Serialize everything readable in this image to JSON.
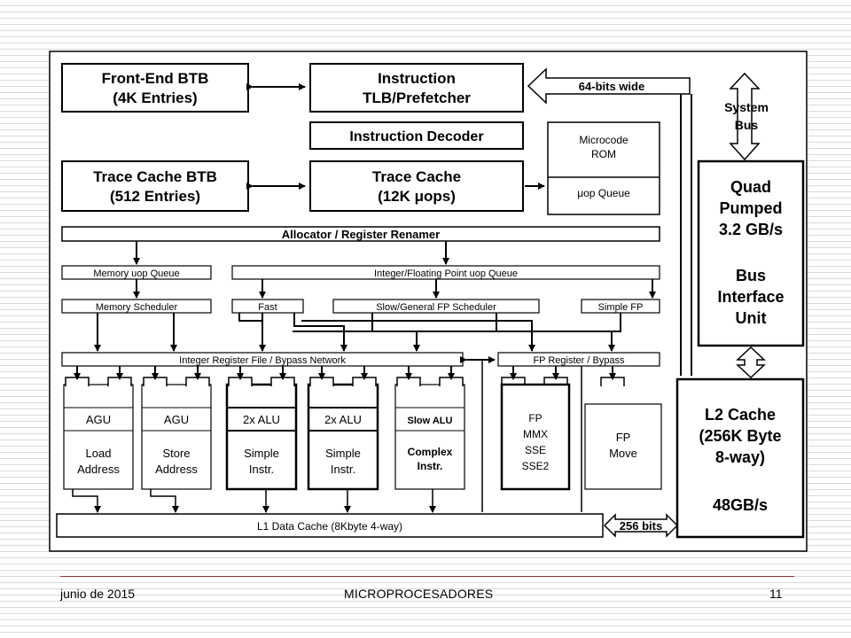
{
  "footer": {
    "date": "junio de 2015",
    "title": "MICROPROCESADORES",
    "page": "11"
  },
  "diagram": {
    "front_end_btb": [
      "Front-End BTB",
      "(4K Entries)"
    ],
    "itlb": [
      "Instruction",
      "TLB/Prefetcher"
    ],
    "bus_width": "64-bits wide",
    "system_bus": [
      "System",
      "Bus"
    ],
    "decoder": "Instruction Decoder",
    "microcode_rom": [
      "Microcode",
      "ROM"
    ],
    "uop_queue": "μop Queue",
    "trace_btb": [
      "Trace Cache BTB",
      "(512 Entries)"
    ],
    "trace_cache": [
      "Trace Cache",
      "(12K μops)"
    ],
    "bus_interface": [
      "Quad",
      "Pumped",
      "3.2 GB/s",
      "",
      "Bus",
      "Interface",
      "Unit"
    ],
    "allocator": "Allocator / Register Renamer",
    "mem_queue": "Memory uop Queue",
    "int_fp_queue": "Integer/Floating Point uop Queue",
    "mem_sched": "Memory Scheduler",
    "fast_sched": "Fast",
    "slow_sched": "Slow/General FP Scheduler",
    "simple_fp": "Simple FP",
    "int_reg": "Integer Register File / Bypass Network",
    "fp_reg": "FP Register / Bypass",
    "units": [
      {
        "head": "AGU",
        "body": [
          "Load",
          "Address"
        ]
      },
      {
        "head": "AGU",
        "body": [
          "Store",
          "Address"
        ]
      },
      {
        "head": "2x ALU",
        "body": [
          "Simple",
          "Instr."
        ]
      },
      {
        "head": "2x ALU",
        "body": [
          "Simple",
          "Instr."
        ]
      },
      {
        "head": "Slow ALU",
        "body": [
          "Complex",
          "Instr."
        ]
      }
    ],
    "fp_mmx": [
      "FP",
      "MMX",
      "SSE",
      "SSE2"
    ],
    "fp_move": [
      "FP",
      "Move"
    ],
    "l2_cache": [
      "L2 Cache",
      "(256K Byte",
      "8-way)",
      "",
      "48GB/s"
    ],
    "l1_cache": "L1 Data Cache (8Kbyte 4-way)",
    "l1_width": "256 bits"
  }
}
